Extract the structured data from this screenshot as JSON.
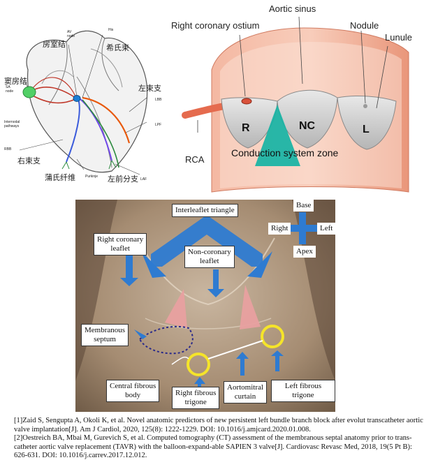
{
  "panel_a": {
    "labels": {
      "av_node_top": "AV",
      "av_node_bottom": "node",
      "his_small": "His",
      "sa_top": "SA",
      "sa_bottom": "node",
      "internodal_1": "Internodal",
      "internodal_2": "pathways",
      "rbb": "RBB",
      "lbb": "LBB",
      "lpf": "LPF",
      "purkinje": "Purkinje",
      "laf": "LAF",
      "zh_av_node": "房室结",
      "zh_his": "希氏束",
      "zh_sa_node": "窦房结",
      "zh_lbb": "左束支",
      "zh_rbb": "右束支",
      "zh_purkinje": "蒲氏纤维",
      "zh_laf": "左前分支"
    }
  },
  "panel_b": {
    "labels": {
      "right_coronary_ostium": "Right coronary ostium",
      "aortic_sinus": "Aortic sinus",
      "nodule": "Nodule",
      "lunule": "Lunule",
      "cusp_r": "R",
      "cusp_nc": "NC",
      "cusp_l": "L",
      "conduction_zone": "Conduction system zone",
      "rca": "RCA"
    }
  },
  "panel_c": {
    "labels": {
      "interleaflet_triangle": "Interleaflet triangle",
      "base": "Base",
      "right": "Right",
      "left": "Left",
      "apex": "Apex",
      "right_coronary_leaflet_1": "Right coronary",
      "right_coronary_leaflet_2": "leaflet",
      "non_coronary_leaflet_1": "Non-coronary",
      "non_coronary_leaflet_2": "leaflet",
      "membranous_septum_1": "Membranous",
      "membranous_septum_2": "septum",
      "central_fibrous_body_1": "Central fibrous",
      "central_fibrous_body_2": "body",
      "right_fibrous_trigone_1": "Right fibrous",
      "right_fibrous_trigone_2": "trigone",
      "aortomitral_curtain_1": "Aortomitral",
      "aortomitral_curtain_2": "curtain",
      "left_fibrous_trigone": "Left fibrous trigone"
    }
  },
  "references": [
    "[1]Zaid S, Sengupta A, Okoli K, et al. Novel anatomic predictors of new persistent left bundle branch block after evolut transcatheter aortic valve implantation[J]. Am J Cardiol, 2020, 125(8): 1222-1229. DOI: 10.1016/j.amjcard.2020.01.008.",
    "[2]Oestreich BA, Mbai M, Gurevich S, et al. Computed tomography (CT) assessment of the membranous septal anatomy prior to trans-catheter aortic valve replacement (TAVR) with the balloon-expand-able SAPIEN 3 valve[J]. Cardiovasc Revasc Med, 2018, 19(5 Pt B): 626-631. DOI: 10.1016/j.carrev.2017.12.012."
  ]
}
